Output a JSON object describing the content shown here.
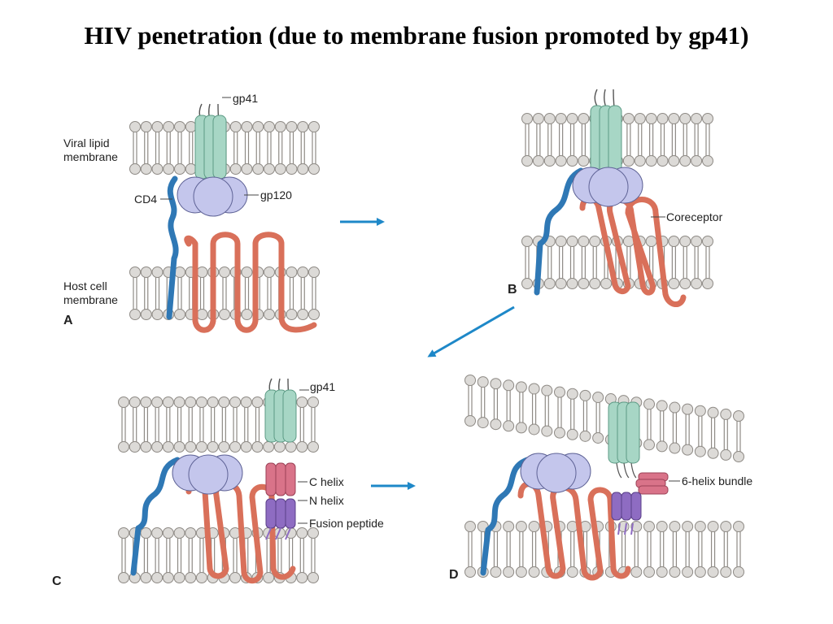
{
  "title": "HIV penetration (due to membrane fusion promoted by gp41)",
  "colors": {
    "lipid_head": "#dcdad7",
    "lipid_head_stroke": "#8e8a85",
    "lipid_tail": "#8e8a85",
    "gp41": "#a7d6c5",
    "gp41_stroke": "#5c9b85",
    "gp120": "#c4c6ec",
    "gp120_stroke": "#5f6396",
    "cd4": "#2f78b5",
    "coreceptor": "#d9705a",
    "c_helix": "#d97389",
    "c_helix_stroke": "#9b4256",
    "n_helix": "#8e6cc2",
    "n_helix_stroke": "#5a3f88",
    "arrow": "#1e88c8"
  },
  "panels": {
    "A": {
      "letter": "A",
      "labels": {
        "gp41": "gp41",
        "viral_lipid": "Viral lipid",
        "viral_membrane": "membrane",
        "cd4": "CD4",
        "gp120": "gp120",
        "host_cell": "Host cell",
        "host_membrane": "membrane"
      }
    },
    "B": {
      "letter": "B",
      "labels": {
        "coreceptor": "Coreceptor"
      }
    },
    "C": {
      "letter": "C",
      "labels": {
        "gp41": "gp41",
        "c_helix": "C helix",
        "n_helix": "N helix",
        "fusion_peptide": "Fusion peptide"
      }
    },
    "D": {
      "letter": "D",
      "labels": {
        "six_helix": "6-helix bundle"
      }
    }
  }
}
